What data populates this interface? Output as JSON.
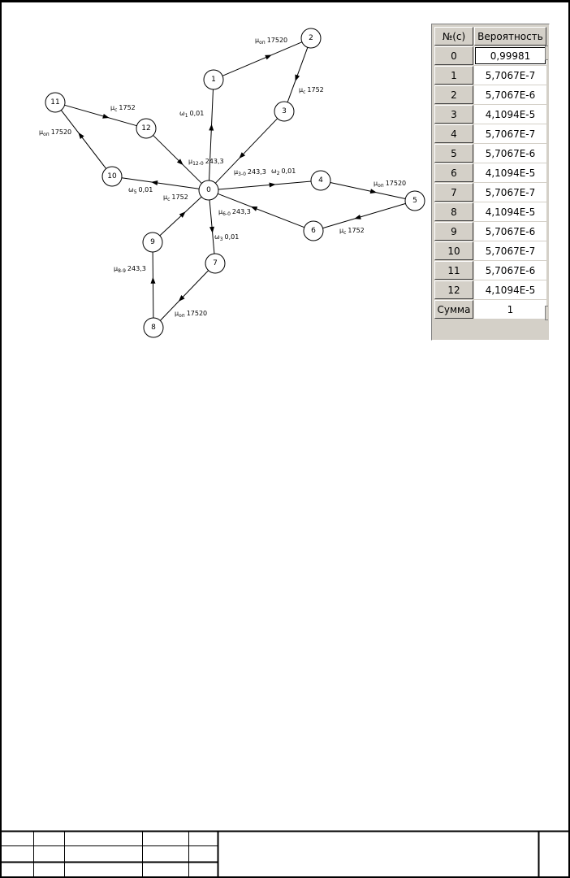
{
  "diagram": {
    "nodes": [
      "0",
      "1",
      "2",
      "3",
      "4",
      "5",
      "6",
      "7",
      "8",
      "9",
      "10",
      "11",
      "12"
    ],
    "edge_labels": [
      {
        "id": "mu-op-1-2",
        "sym": "μ",
        "sub": "оп",
        "val": "17520"
      },
      {
        "id": "mu-c-2-3",
        "sym": "μ",
        "sub": "с",
        "val": "1752"
      },
      {
        "id": "omega-1",
        "sym": "ω",
        "sub": "1",
        "val": "0,01"
      },
      {
        "id": "mu-12-0",
        "sym": "μ",
        "sub": "12-0",
        "val": "243,3"
      },
      {
        "id": "mu-3-0",
        "sym": "μ",
        "sub": "3-0",
        "val": "243,3"
      },
      {
        "id": "omega-2",
        "sym": "ω",
        "sub": "2",
        "val": "0,01"
      },
      {
        "id": "mu-op-4-5",
        "sym": "μ",
        "sub": "оп",
        "val": "17520"
      },
      {
        "id": "mu-c-5-6",
        "sym": "μ",
        "sub": "с",
        "val": "1752"
      },
      {
        "id": "mu-6-0",
        "sym": "μ",
        "sub": "6-0",
        "val": "243,3"
      },
      {
        "id": "omega-3",
        "sym": "ω",
        "sub": "3",
        "val": "0,01"
      },
      {
        "id": "mu-op-7-8",
        "sym": "μ",
        "sub": "оп",
        "val": "17520"
      },
      {
        "id": "mu-8-9",
        "sym": "μ",
        "sub": "8-9",
        "val": "243,3"
      },
      {
        "id": "mu-c-9-0",
        "sym": "μ",
        "sub": "с",
        "val": "1752"
      },
      {
        "id": "omega-5",
        "sym": "ω",
        "sub": "5",
        "val": "0,01"
      },
      {
        "id": "mu-op-10-11",
        "sym": "μ",
        "sub": "оп",
        "val": "17520"
      },
      {
        "id": "mu-c-11-12",
        "sym": "μ",
        "sub": "с",
        "val": "1752"
      }
    ]
  },
  "table": {
    "headers": [
      "№(с)",
      "Вероятность"
    ],
    "rows": [
      [
        "0",
        "0,99981"
      ],
      [
        "1",
        "5,7067E-7"
      ],
      [
        "2",
        "5,7067E-6"
      ],
      [
        "3",
        "4,1094E-5"
      ],
      [
        "4",
        "5,7067E-7"
      ],
      [
        "5",
        "5,7067E-6"
      ],
      [
        "6",
        "4,1094E-5"
      ],
      [
        "7",
        "5,7067E-7"
      ],
      [
        "8",
        "4,1094E-5"
      ],
      [
        "9",
        "5,7067E-6"
      ],
      [
        "10",
        "5,7067E-7"
      ],
      [
        "11",
        "5,7067E-6"
      ],
      [
        "12",
        "4,1094E-5"
      ]
    ],
    "sum_label": "Сумма",
    "sum_value": "1"
  }
}
